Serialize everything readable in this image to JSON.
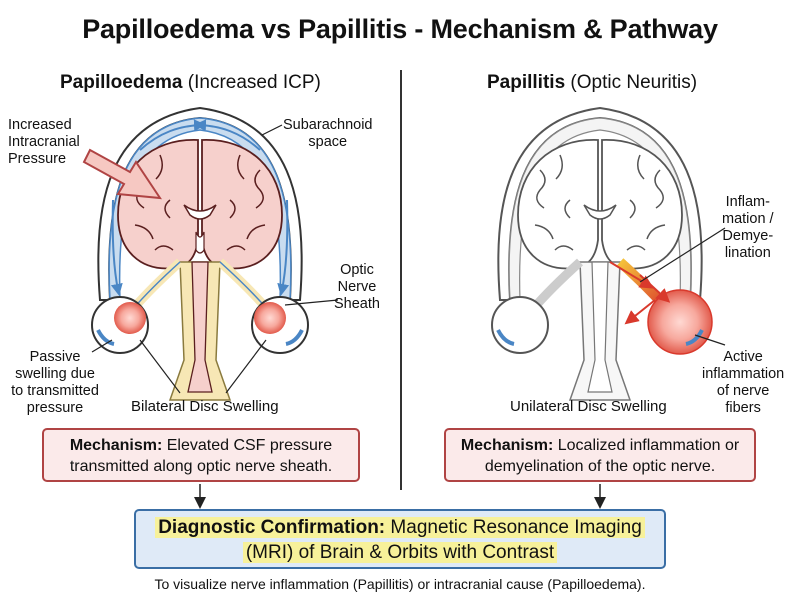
{
  "title": "Papilloedema vs Papillitis - Mechanism & Pathway",
  "left": {
    "heading_bold": "Papilloedema",
    "heading_rest": " (Increased ICP)",
    "label_icp": [
      "Increased",
      "Intracranial",
      "Pressure"
    ],
    "label_subarachnoid": [
      "Subarachnoid",
      "space"
    ],
    "label_sheath": [
      "Optic",
      "Nerve",
      "Sheath"
    ],
    "label_passive": [
      "Passive",
      "swelling due",
      "to transmitted",
      "pressure"
    ],
    "label_disc": "Bilateral Disc Swelling",
    "mechanism_bold": "Mechanism:",
    "mechanism_text": " Elevated CSF pressure transmitted along optic nerve sheath."
  },
  "right": {
    "heading_bold": "Papillitis",
    "heading_rest": " (Optic Neuritis)",
    "label_inflammation": [
      "Inflam-",
      "mation /",
      "Demye-",
      "lination"
    ],
    "label_active": [
      "Active",
      "inflammation",
      "of nerve",
      "fibers"
    ],
    "label_disc": "Unilateral Disc Swelling",
    "mechanism_bold": "Mechanism:",
    "mechanism_text": " Localized inflammation or demyelination of the optic nerve."
  },
  "diagnostic": {
    "bold": "Diagnostic Confirmation:",
    "line1_rest": " Magnetic Resonance Imaging",
    "line2": "(MRI) of Brain & Orbits with Contrast"
  },
  "footnote": "To visualize nerve inflammation (Papillitis) or intracranial cause (Papilloedema).",
  "colors": {
    "brain_fill": "#f6d0cc",
    "brain_stroke": "#5a1f1f",
    "csf_blue": "#4a86c5",
    "csf_fill": "#c9dcef",
    "inflammation_red": "#d9392c",
    "inflammation_yellow": "#f5c23a",
    "box_red": "#b04444",
    "box_blue": "#3a6ea5"
  }
}
